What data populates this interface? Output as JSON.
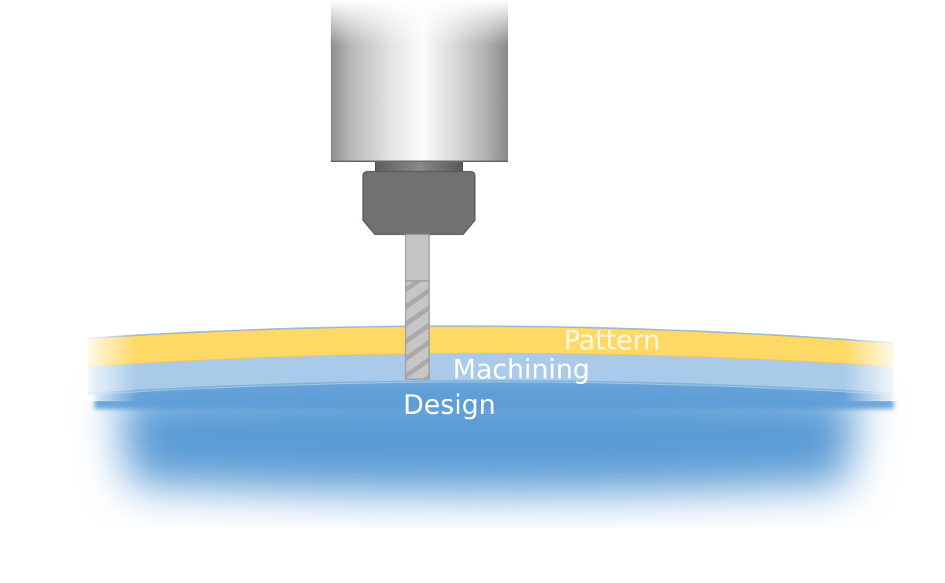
{
  "labels": {
    "pattern": "Pattern",
    "machining": "Machining",
    "design": "Design"
  },
  "colors": {
    "background": "#ffffff",
    "pattern_layer": "#ffd966",
    "pattern_edge": "#f4b942",
    "machining_layer": "#a9cbe9",
    "design_body": "#5a9bd5",
    "spindle_light": "#f4f4f4",
    "spindle_dark": "#9c9c9c",
    "collet_nut": "#727070",
    "tool_shank": "#c4c4c4",
    "tool_flute": "#adadad",
    "pattern_label": "#fff8e8",
    "machining_label": "#ffffff",
    "design_label": "#ffffff"
  },
  "icons": {
    "spindle": "spindle-housing-icon",
    "collet": "collet-nut-icon",
    "tool": "end-mill-tool-icon"
  }
}
